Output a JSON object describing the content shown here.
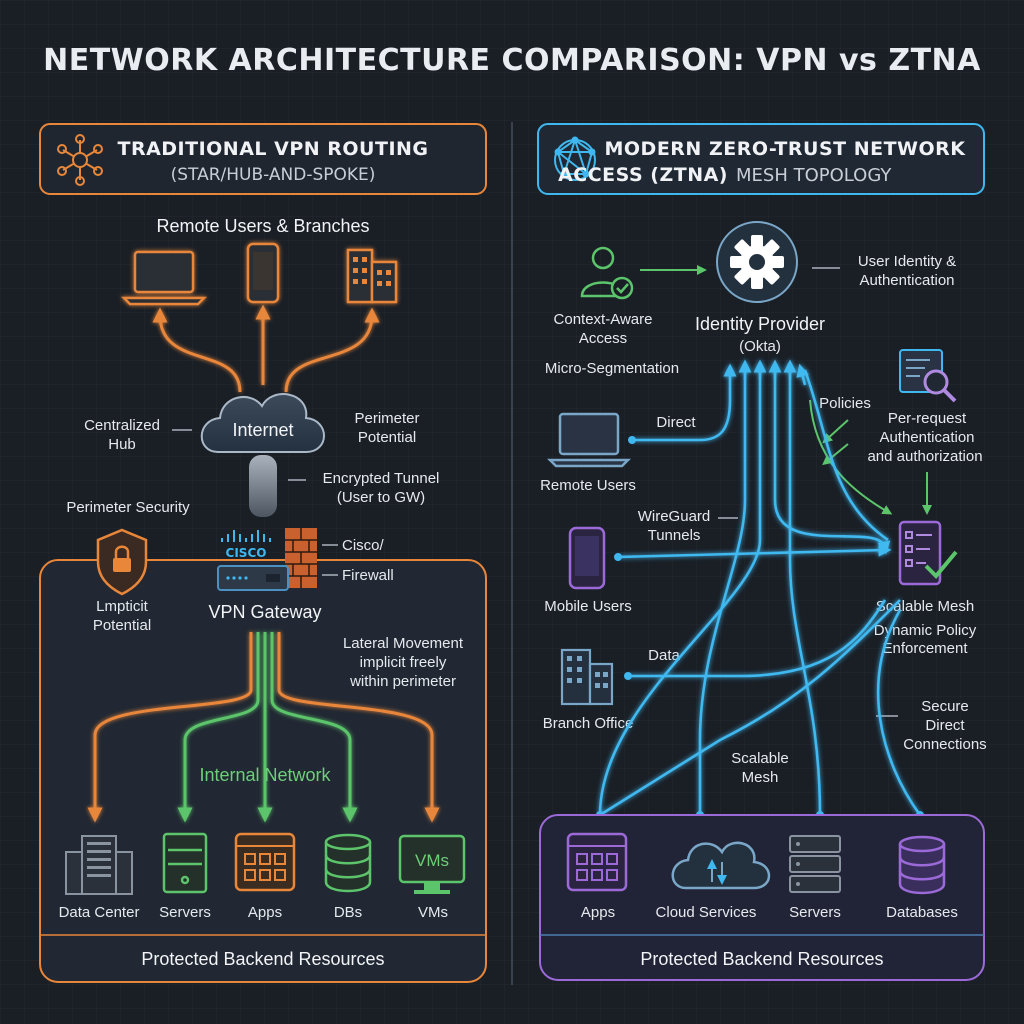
{
  "title": "NETWORK ARCHITECTURE COMPARISON: VPN vs ZTNA",
  "colors": {
    "orange": "#e8863a",
    "green": "#5cc46a",
    "blue": "#3fb8f0",
    "purple": "#9b6ad8",
    "background": "#1a1f26"
  },
  "vpn": {
    "header_line1": "TRADITIONAL VPN ROUTING",
    "header_line2": "(STAR/HUB-AND-SPOKE)",
    "remote_users": "Remote Users & Branches",
    "internet": "Internet",
    "centralized_hub_1": "Centralized",
    "centralized_hub_2": "Hub",
    "perimeter_potential_1": "Perimeter",
    "perimeter_potential_2": "Potential",
    "encrypted_tunnel_1": "Encrypted Tunnel",
    "encrypted_tunnel_2": "(User to GW)",
    "perimeter_security": "Perimeter Security",
    "cisco_logo": "CISCO",
    "cisco": "Cisco/",
    "firewall": "Firewall",
    "implicit_1": "Lmpticit",
    "implicit_2": "Potential",
    "gateway": "VPN Gateway",
    "lateral_1": "Lateral Movement",
    "lateral_2": "implicit freely",
    "lateral_3": "within perimeter",
    "internal_network": "Internal Network",
    "resources": [
      {
        "label": "Data Center",
        "icon": "building-icon"
      },
      {
        "label": "Servers",
        "icon": "server-icon"
      },
      {
        "label": "Apps",
        "icon": "apps-window-icon"
      },
      {
        "label": "DBs",
        "icon": "database-icon"
      },
      {
        "label": "VMs",
        "icon": "vm-monitor-icon"
      }
    ],
    "vm_screen_text": "VMs",
    "protected": "Protected Backend Resources"
  },
  "ztna": {
    "header_line1": "MODERN ZERO-TRUST NETWORK",
    "header_line2a": "ACCESS (ZTNA)",
    "header_line2b": "MESH TOPOLOGY",
    "context_aware_1": "Context-Aware",
    "context_aware_2": "Access",
    "identity_provider": "Identity Provider",
    "okta": "(Okta)",
    "user_identity_1": "User Identity &",
    "user_identity_2": "Authentication",
    "micro_seg": "Micro-Segmentation",
    "policies": "Policies",
    "per_request_1": "Per-request",
    "per_request_2": "Authentication",
    "per_request_3": "and authorization",
    "direct": "Direct",
    "remote_users": "Remote Users",
    "wireguard_1": "WireGuard",
    "wireguard_2": "Tunnels",
    "mobile_users": "Mobile Users",
    "data": "Data",
    "branch_office": "Branch Office",
    "scalable_mesh_right": "Scalable Mesh",
    "dynamic_1": "Dynamic Policy",
    "dynamic_2": "Enforcement",
    "secure_1": "Secure",
    "secure_2": "Direct",
    "secure_3": "Connections",
    "scalable_1": "Scalable",
    "scalable_2": "Mesh",
    "resources": [
      {
        "label": "Apps",
        "icon": "apps-window-icon"
      },
      {
        "label": "Cloud Services",
        "icon": "cloud-icon"
      },
      {
        "label": "Servers",
        "icon": "server-icon"
      },
      {
        "label": "Databases",
        "icon": "database-icon"
      }
    ],
    "protected": "Protected Backend Resources"
  }
}
